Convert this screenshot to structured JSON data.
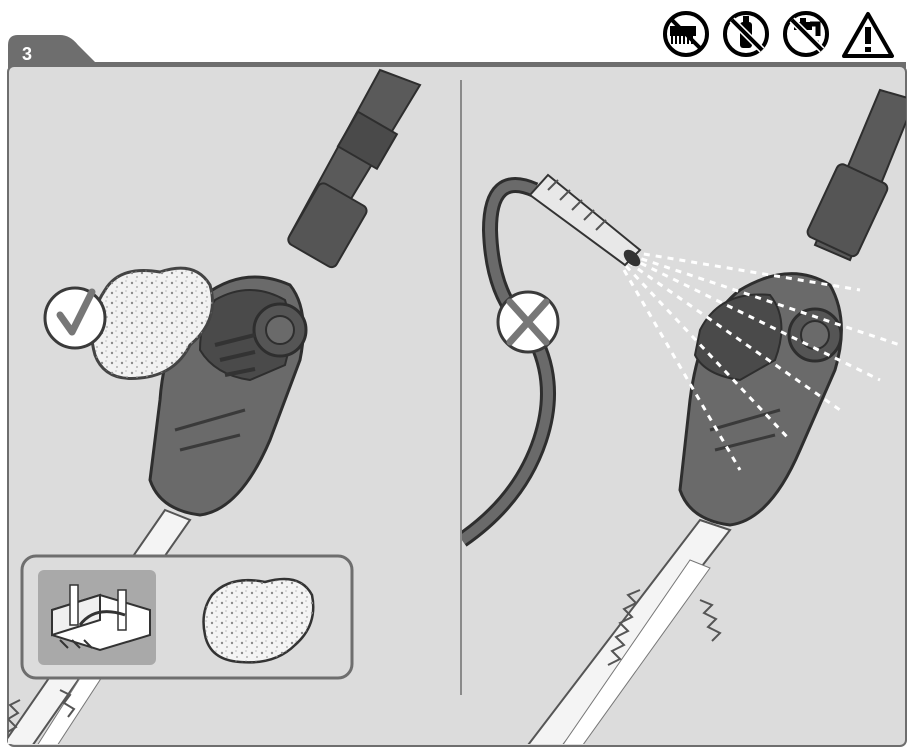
{
  "step": {
    "number": "3"
  },
  "header_icons": [
    {
      "name": "no-brush-icon"
    },
    {
      "name": "no-solvent-bottle-icon"
    },
    {
      "name": "no-water-tap-icon"
    },
    {
      "name": "warning-icon"
    }
  ],
  "panels": {
    "left": {
      "status": "allowed",
      "tool": "sponge",
      "mark": "check"
    },
    "right": {
      "status": "forbidden",
      "tool": "water-hose",
      "mark": "cross"
    }
  },
  "inset": {
    "items": [
      "vent-cleaning-detail",
      "sponge"
    ]
  },
  "colors": {
    "panel_bg": "#dcdcdc",
    "frame": "#6e6e6e",
    "tool_dark": "#4a4a4a",
    "tool_mid": "#6a6a6a",
    "inset_bg": "#dcdcdc",
    "tab": "#6e6e6e"
  }
}
